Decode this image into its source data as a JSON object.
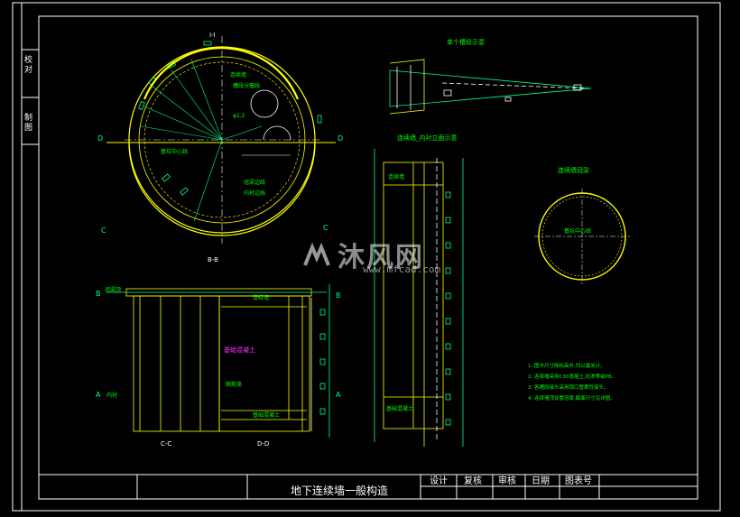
{
  "drawing": {
    "title": "地下连续墙一般构造",
    "colors": {
      "background": "#000000",
      "frame": "#ffffff",
      "structure": "#ffff00",
      "dims": "#00ff88",
      "annot": "#00ff00",
      "highlight": "#ff33ff",
      "green_dim": "#00cc66"
    }
  },
  "title_block": {
    "left_tabs": [
      "校对",
      "制图"
    ],
    "cells": [
      "设计",
      "复核",
      "审核",
      "日期",
      "图表号"
    ]
  },
  "views": {
    "plan_label": "I-I",
    "section_b_label": "B-B",
    "section_c_label": "C-C",
    "section_d_label": "D-D",
    "detail_single_label": "单个槽段示意",
    "elevation_label": "连续墙_内衬立面示意",
    "ring_beam_label": "连续墙冠梁",
    "cut_marks": [
      "B",
      "B",
      "C",
      "C",
      "A",
      "A"
    ]
  },
  "annotations": {
    "plan": [
      "连续墙",
      "槽段分幅线",
      "基坑中心线",
      "冠梁边线",
      "内衬边线",
      "φ1.2"
    ],
    "section": [
      "冠梁顶",
      "基础混凝土",
      "连续墙",
      "内衬",
      "钢筋笼"
    ],
    "highlight_label": "基础混凝土",
    "notes": [
      "1. 图中尺寸除标高外,均以厘米计。",
      "2. 连续墙采用C30混凝土,抗渗等级P8。",
      "3. 各槽段接头采用锁口管柔性接头。",
      "4. 连续墙顶设置冠梁,截面尺寸见详图。"
    ]
  },
  "watermark": {
    "brand": "沐风网",
    "url": "www.mfcad.com"
  }
}
